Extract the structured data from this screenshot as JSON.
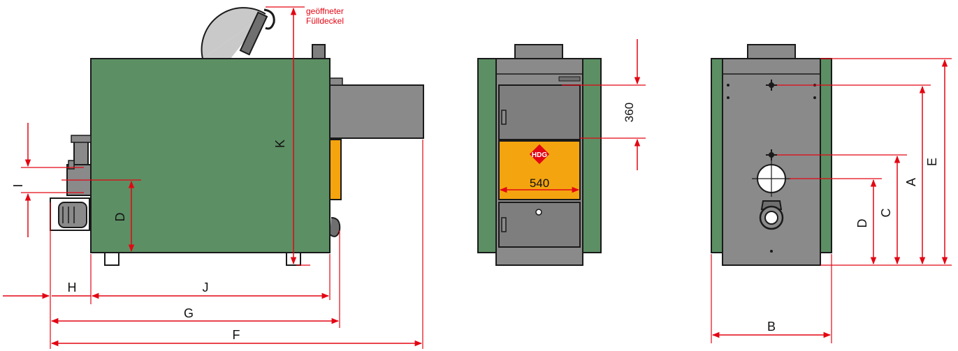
{
  "colors": {
    "boiler_green": "#5c8f64",
    "steel_grey": "#8a8a8a",
    "door_grey": "#7e7e7e",
    "orange_panel": "#f4a40f",
    "dimension_red": "#e30613",
    "outline": "#1a1a1a"
  },
  "annotation": {
    "open_lid_line1": "geöffneter",
    "open_lid_line2": "Fülldeckel"
  },
  "side_view": {
    "labels": {
      "K": "K",
      "I": "I",
      "D": "D",
      "H": "H",
      "J": "J",
      "G": "G",
      "F": "F"
    }
  },
  "front_view": {
    "logo_text": "HDG",
    "dim_width": "540",
    "dim_height": "360"
  },
  "rear_view": {
    "labels": {
      "E": "E",
      "A": "A",
      "C": "C",
      "D": "D",
      "B": "B"
    }
  }
}
